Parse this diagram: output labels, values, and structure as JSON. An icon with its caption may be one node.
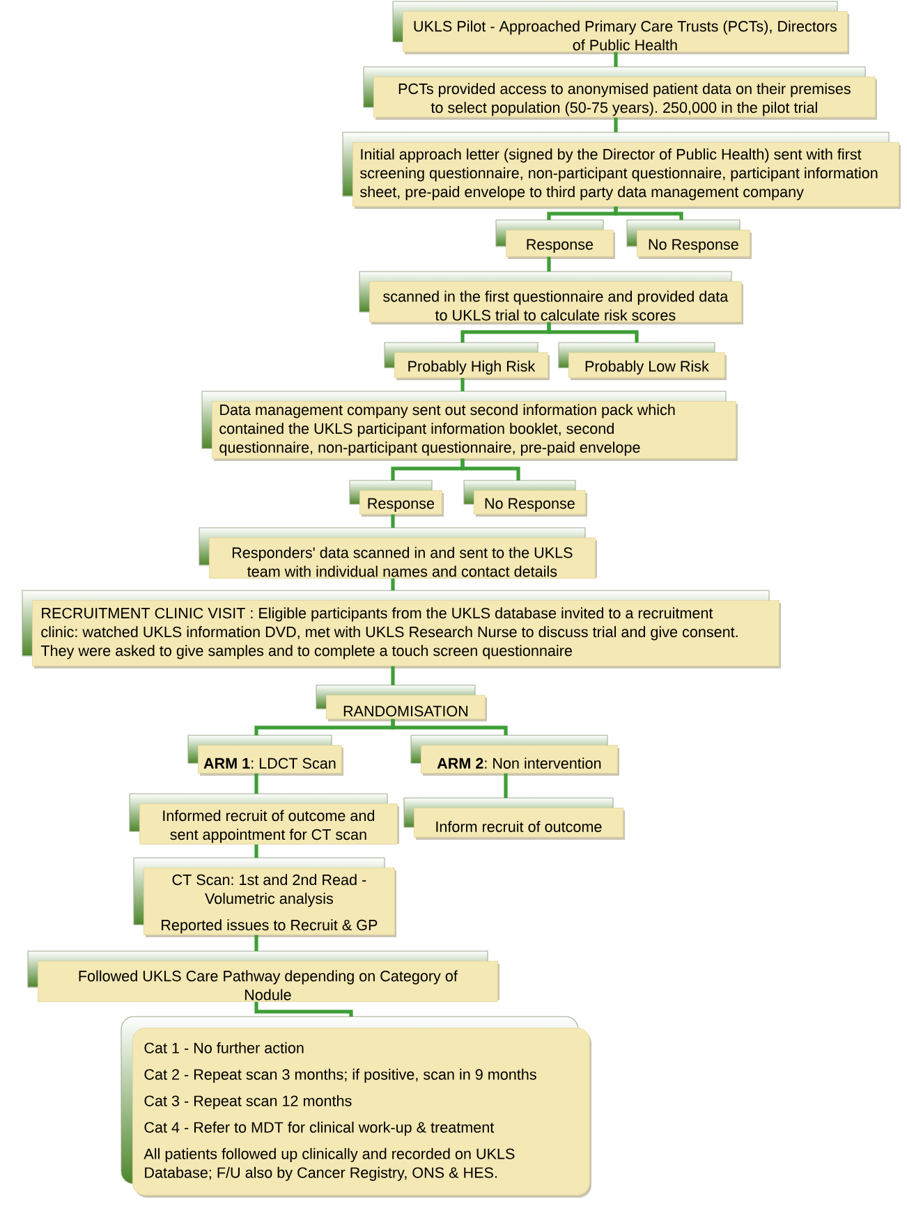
{
  "diagram": {
    "nodes": [
      {
        "text": [
          "UKLS Pilot - Approached Primary Care Trusts (PCTs), Directors of Public Health"
        ]
      },
      {
        "text": [
          "PCTs provided access to anonymised patient data on their premises to select population (50-75 years). 250,000 in the pilot trial"
        ]
      },
      {
        "text": [
          "Initial approach letter (signed by the Director of Public Health) sent with first screening questionnaire, non-participant questionnaire, participant information sheet, pre-paid envelope to third party data management company"
        ]
      },
      {
        "text": [
          "Response"
        ]
      },
      {
        "text": [
          "No Response"
        ]
      },
      {
        "text": [
          "scanned in the first questionnaire and provided data to UKLS trial to calculate risk scores"
        ]
      },
      {
        "text": [
          "Probably High Risk"
        ]
      },
      {
        "text": [
          "Probably Low Risk"
        ]
      },
      {
        "text": [
          "Data management company sent out second information pack which contained the UKLS participant information booklet, second questionnaire, non-participant questionnaire, pre-paid envelope"
        ]
      },
      {
        "text": [
          "Response"
        ]
      },
      {
        "text": [
          "No Response"
        ]
      },
      {
        "text": [
          "Responders' data scanned in and sent to the UKLS team with individual names and contact details"
        ]
      },
      {
        "text": [
          "RECRUITMENT CLINIC VISIT : Eligible participants from the UKLS database invited to a recruitment clinic: watched UKLS information DVD, met with UKLS Research Nurse to discuss trial and give consent. They were asked to give samples and to complete a touch screen questionnaire"
        ]
      },
      {
        "text": [
          "RANDOMISATION"
        ]
      },
      {
        "text": [
          "**ARM 1**: LDCT Scan"
        ]
      },
      {
        "text": [
          "**ARM 2**: Non intervention"
        ]
      },
      {
        "text": [
          "Informed recruit of outcome and sent appointment for CT scan"
        ]
      },
      {
        "text": [
          "Inform recruit of outcome"
        ]
      },
      {
        "text": [
          "CT Scan: 1st and 2nd Read - Volumetric analysis",
          "Reported issues to Recruit & GP"
        ]
      },
      {
        "text": [
          "Followed UKLS Care Pathway depending on Category of Nodule"
        ]
      },
      {
        "text": [
          "Cat 1 - No further action",
          "Cat 2 - Repeat scan 3 months; if positive, scan in 9 months",
          "Cat 3 - Repeat scan 12 months",
          "Cat 4 - Refer to MDT for clinical work-up & treatment",
          "All patients followed up clinically and recorded on UKLS Database; F/U also by Cancer Registry, ONS & HES."
        ]
      }
    ],
    "edges": [
      {
        "from": 0,
        "to": 1,
        "arrow": "none"
      },
      {
        "from": 1,
        "to": 2,
        "arrow": "none"
      },
      {
        "from": 2,
        "to": 3,
        "arrow": "none"
      },
      {
        "from": 2,
        "to": 4,
        "arrow": "none"
      },
      {
        "from": 3,
        "to": 5,
        "arrow": "none"
      },
      {
        "from": 5,
        "to": 6,
        "arrow": "none"
      },
      {
        "from": 5,
        "to": 7,
        "arrow": "none"
      },
      {
        "from": 6,
        "to": 8,
        "arrow": "none"
      },
      {
        "from": 8,
        "to": 9,
        "arrow": "none"
      },
      {
        "from": 8,
        "to": 10,
        "arrow": "none"
      },
      {
        "from": 9,
        "to": 11,
        "arrow": "none"
      },
      {
        "from": 11,
        "to": 12,
        "arrow": "none"
      },
      {
        "from": 12,
        "to": 13,
        "arrow": "none"
      },
      {
        "from": 13,
        "to": 14,
        "arrow": "none"
      },
      {
        "from": 13,
        "to": 15,
        "arrow": "none"
      },
      {
        "from": 14,
        "to": 16,
        "arrow": "none"
      },
      {
        "from": 15,
        "to": 17,
        "arrow": "none"
      },
      {
        "from": 16,
        "to": 18,
        "arrow": "none"
      },
      {
        "from": 18,
        "to": 19,
        "arrow": "none"
      },
      {
        "from": 19,
        "to": 20,
        "arrow": "none"
      }
    ]
  }
}
